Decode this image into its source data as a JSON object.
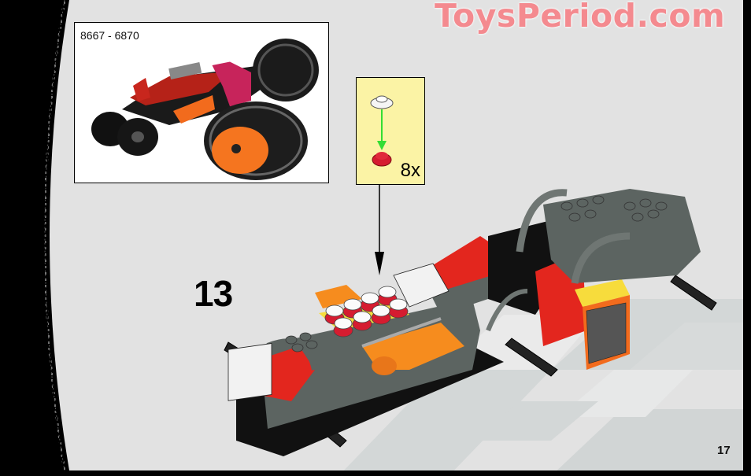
{
  "watermark": {
    "text": "ToysPeriod.com",
    "color": "#f48a8f"
  },
  "preview": {
    "label": "8667 - 6870",
    "description": "finished vehicle model preview"
  },
  "callout": {
    "quantity": "8x",
    "parts": [
      "white round plate 1x1",
      "red round plate 1x1"
    ],
    "arrow_color": "#33dd33"
  },
  "step": {
    "number": "13"
  },
  "page": {
    "number": "17"
  },
  "colors": {
    "background": "#e2e2e2",
    "callout_bg": "#fbf3a5",
    "border_black": "#000000",
    "brick_gray": "#5c6461",
    "brick_red": "#e3261e",
    "brick_orange": "#f68c1e",
    "brick_yellow": "#f7dc3c"
  }
}
